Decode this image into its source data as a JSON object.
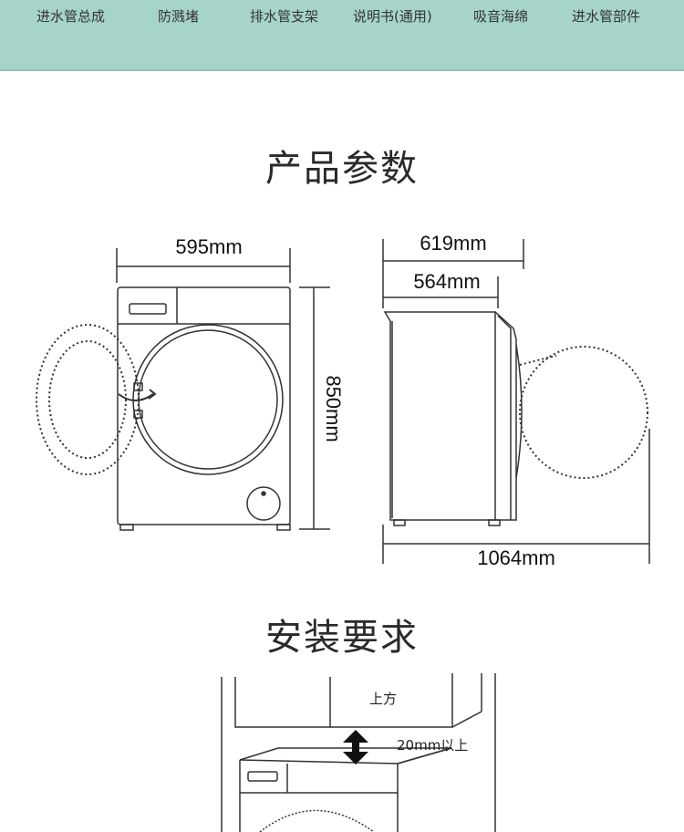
{
  "accessories_bar": {
    "items": [
      {
        "label": "进水管总成"
      },
      {
        "label": "防溅堵"
      },
      {
        "label": "排水管支架"
      },
      {
        "label": "说明书(通用)"
      },
      {
        "label": "吸音海绵"
      },
      {
        "label": "进水管部件"
      }
    ]
  },
  "parameters": {
    "title": "产品参数",
    "front_width": "595mm",
    "height": "850mm",
    "side_depth_total": "619mm",
    "side_depth_body": "564mm",
    "door_open_depth": "1064mm"
  },
  "installation": {
    "title": "安装要求",
    "above_label": "上方",
    "clearance_label": "20mm以上"
  }
}
